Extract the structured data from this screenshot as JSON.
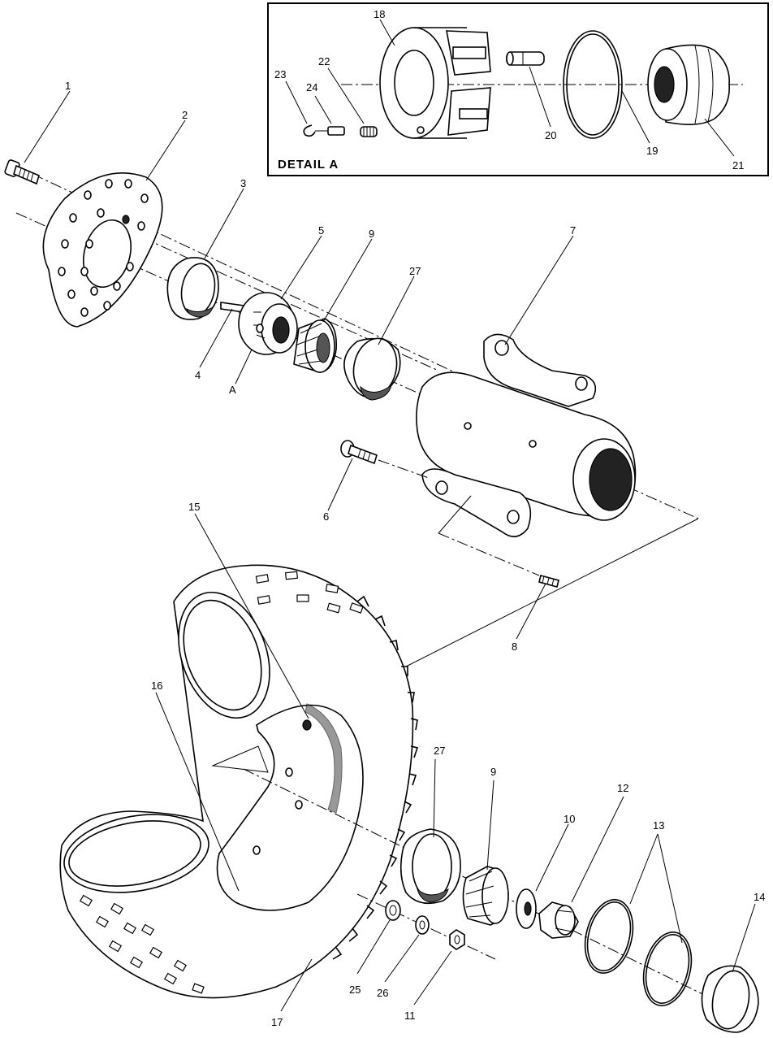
{
  "detail_panel": {
    "title": "DETAIL A"
  },
  "callouts": {
    "p1": "1",
    "p2": "2",
    "p3": "3",
    "p4": "4",
    "p5": "5",
    "p6": "6",
    "p7": "7",
    "p8": "8",
    "p9_top": "9",
    "p9_bottom": "9",
    "p10": "10",
    "p11": "11",
    "p12": "12",
    "p13": "13",
    "p14": "14",
    "p15": "15",
    "p16": "16",
    "p17": "17",
    "p18": "18",
    "p19": "19",
    "p20": "20",
    "p21": "21",
    "p22": "22",
    "p23": "23",
    "p24": "24",
    "p25": "25",
    "p26": "26",
    "p27_top": "27",
    "p27_bottom": "27",
    "detail_ref": "A"
  }
}
